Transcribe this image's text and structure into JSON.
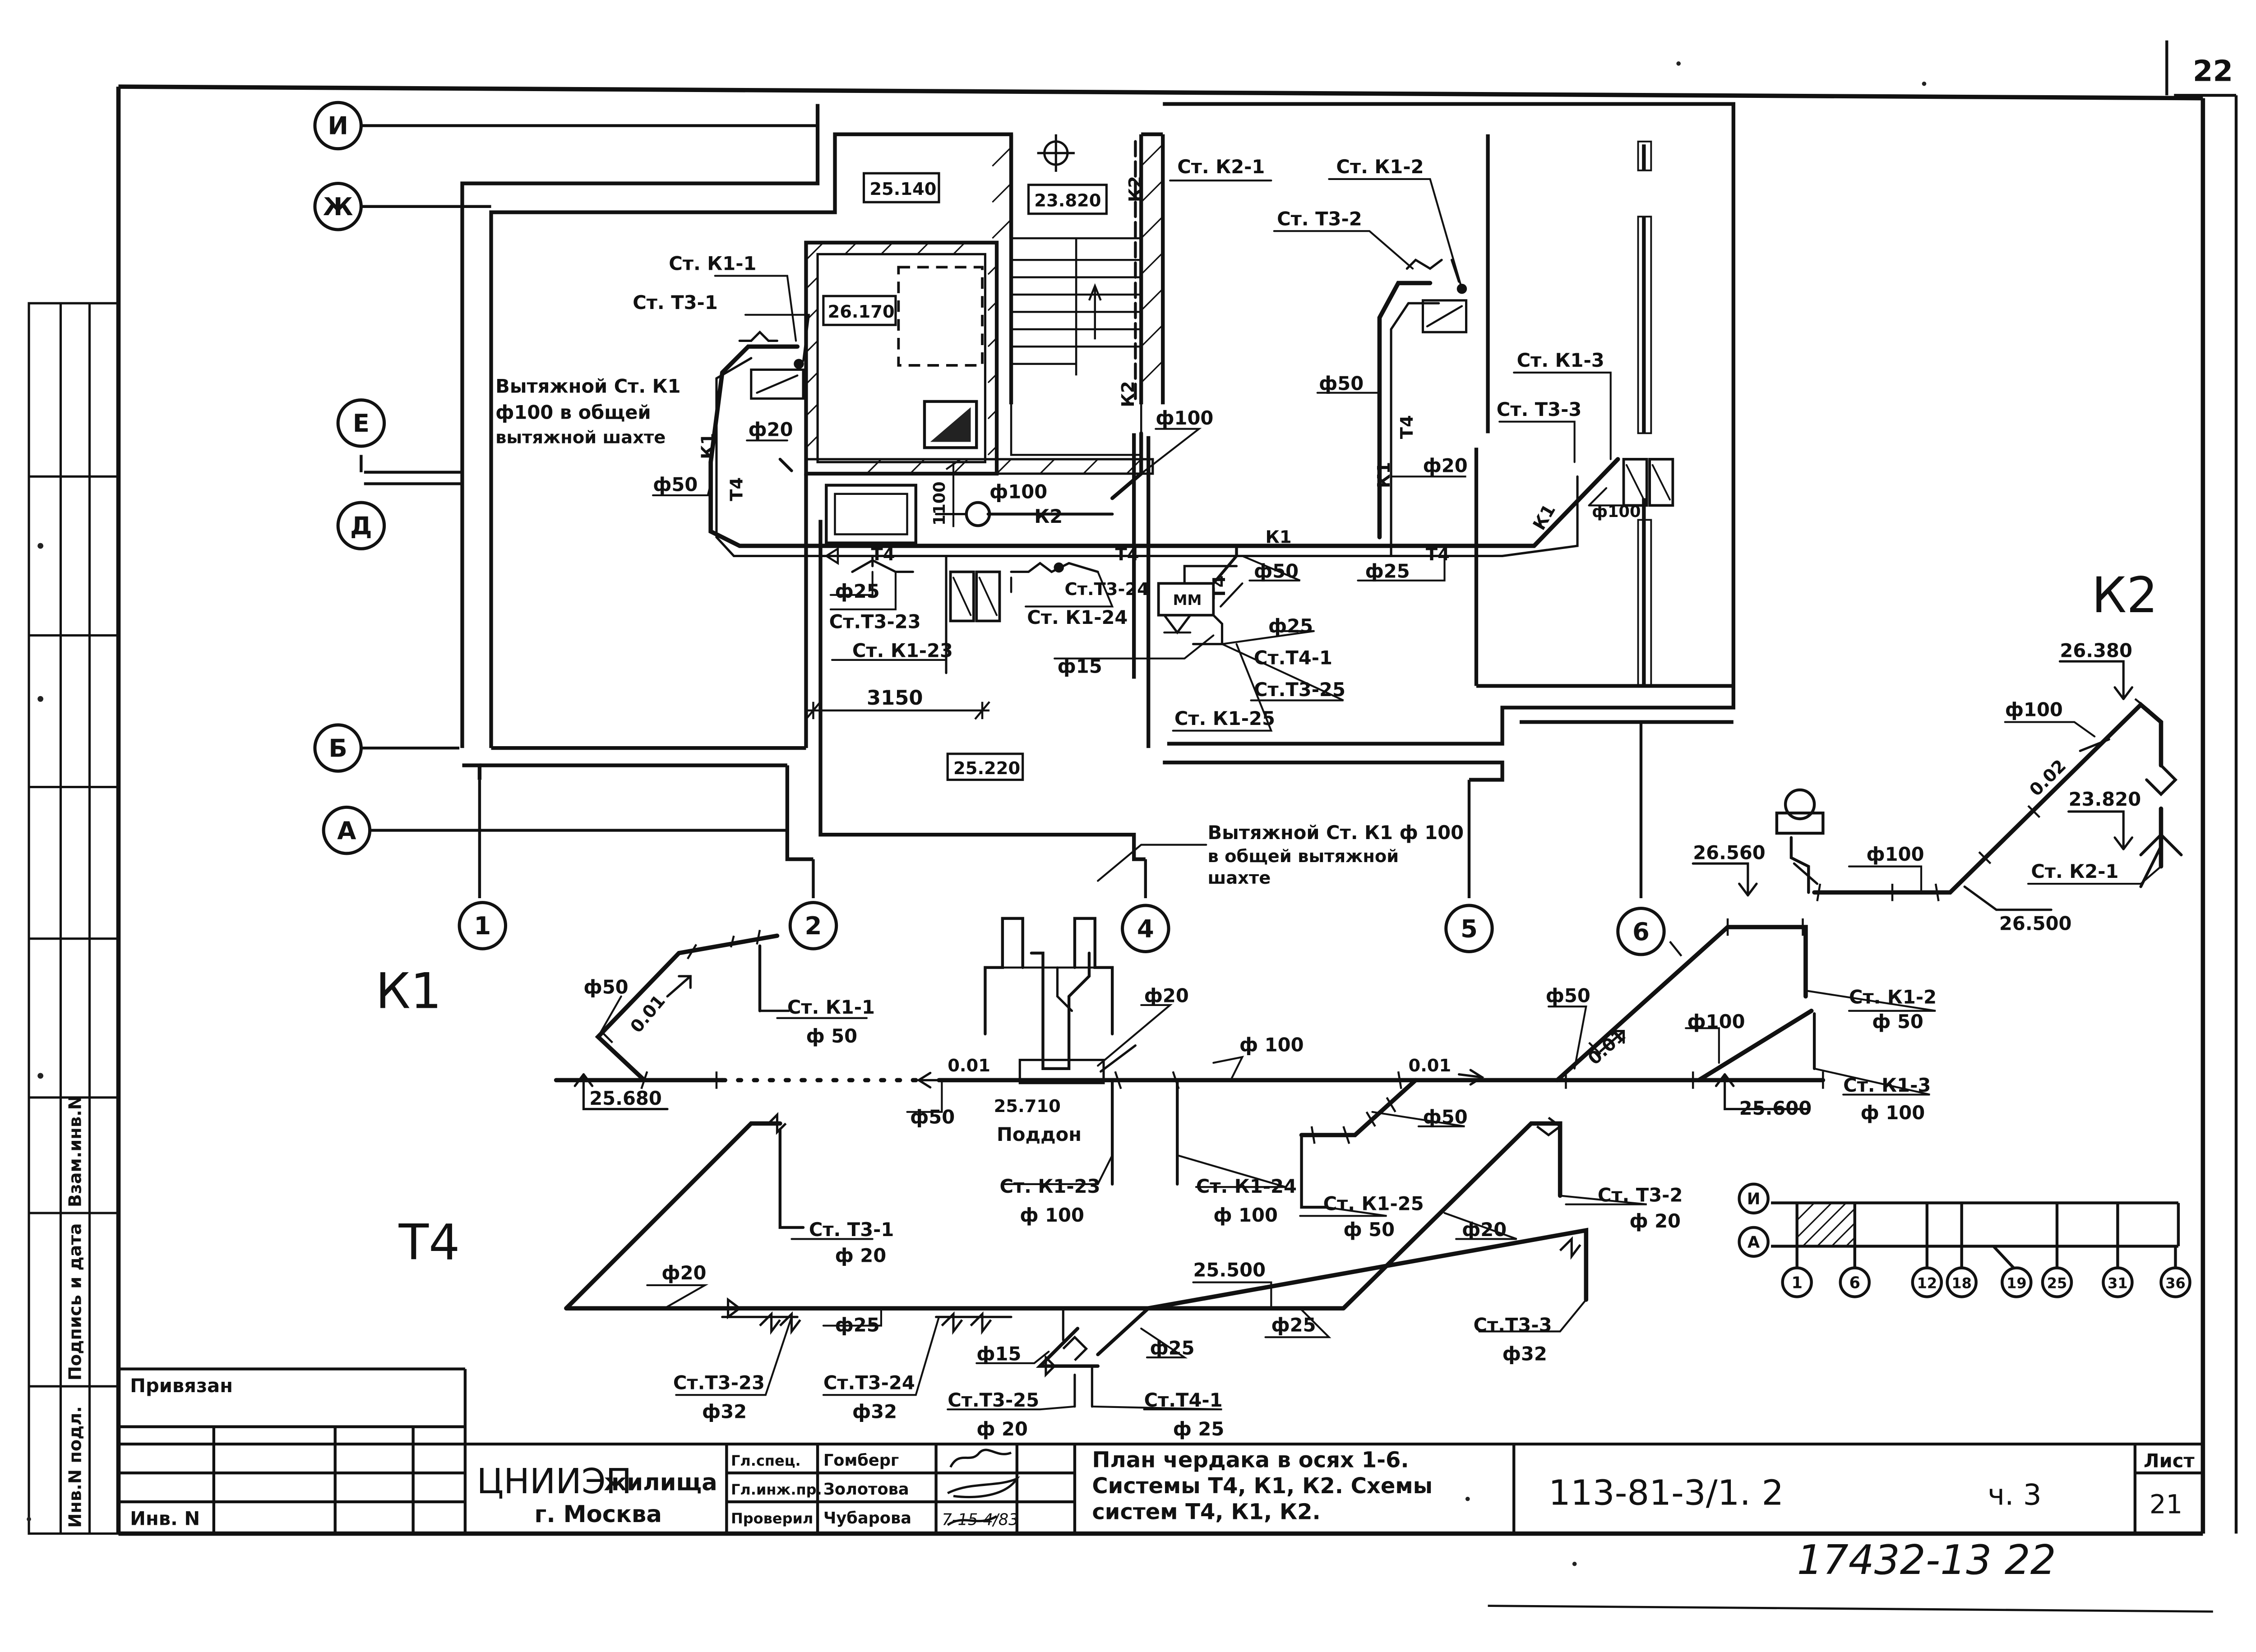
{
  "sheet_no_top": "22",
  "axes_rows": [
    "И",
    "Ж",
    "Е",
    "Д",
    "Б",
    "А"
  ],
  "axes_cols": [
    "1",
    "2",
    "4",
    "5",
    "6"
  ],
  "plan": {
    "marks": {
      "m25140": "25.140",
      "m23820": "23.820",
      "m26170": "26.170",
      "m25220": "25.220",
      "dim3150": "3150",
      "dim1100": "1100"
    },
    "labels": {
      "stk21": "Ст. К2-1",
      "stk12": "Ст. К1-2",
      "stt32": "Ст. Т3-2",
      "stk11": "Ст. К1-1",
      "stt31": "Ст. Т3-1",
      "exh1": "Вытяжной Ст. К1",
      "exh2": "ф100 в общей",
      "exh3": "вытяжной шахте",
      "stk13": "Ст. К1-3",
      "stt33": "Ст. Т3-3",
      "stt323": "Ст.Т3-23",
      "stt324": "Ст.Т3-24",
      "stk124": "Ст. К1-24",
      "stk123": "Ст. К1-23",
      "stt41": "Ст.Т4-1",
      "stt325": "Ст.Т3-25",
      "stk125": "Ст. К1-25",
      "exhB1": "Вытяжной Ст. К1 ф 100",
      "exhB2": "в общей вытяжной",
      "exhB3": "шахте"
    },
    "pipes": {
      "d100a": "ф100",
      "d100b": "ф100",
      "d100c": "ф100",
      "d50a": "ф50",
      "d50b": "ф50",
      "d50c": "ф50",
      "d20a": "ф20",
      "d20b": "ф20",
      "d25a": "ф25",
      "d25b": "ф25",
      "d25c": "ф25",
      "d15": "ф15",
      "k1a": "К1",
      "k1b": "К1",
      "k1c": "К1",
      "k1d": "К1",
      "t4a": "Т4",
      "t4b": "Т4",
      "t4c": "Т4",
      "t4d": "Т4",
      "t4e": "Т4",
      "k2a": "К2",
      "k2b": "К2",
      "k2c": "К2",
      "mm": "ММ"
    }
  },
  "schemes": {
    "k1_title": "К1",
    "k2_title": "К2",
    "t4_title": "Т4",
    "k1": {
      "d50a": "ф50",
      "slope1": "0.01",
      "stk11": "Ст. К1-1",
      "stk11d": "ф 50",
      "el25680": "25.680",
      "slope2": "0.01",
      "d50b": "ф50",
      "el25710": "25.710",
      "poddon": "Поддон",
      "d20": "ф20",
      "d100a": "ф 100",
      "slope3": "0.01",
      "stk123": "Ст. К1-23",
      "stk123d": "ф 100",
      "stk124": "Ст. К1-24",
      "stk124d": "ф 100",
      "d50c": "ф50",
      "stk125": "Ст. К1-25",
      "stk125d": "ф 50",
      "d50d": "ф50",
      "slope4": "0.01",
      "stk12": "Ст. К1-2",
      "stk12d": "ф 50",
      "d100b": "ф100",
      "stk13": "Ст. К1-3",
      "stk13d": "ф 100",
      "el25600": "25.600"
    },
    "k2": {
      "el26380": "26.380",
      "d100a": "ф100",
      "slope": "0.02",
      "el23820": "23.820",
      "el26560": "26.560",
      "d100b": "ф100",
      "stk21": "Ст. К2-1",
      "el26500": "26.500"
    },
    "t4": {
      "stt31": "Ст. Т3-1",
      "stt31d": "ф 20",
      "d20a": "ф20",
      "d25a": "ф25",
      "el25500": "25.500",
      "d25b": "ф25",
      "d20b": "ф20",
      "stt32": "Ст. Т3-2",
      "stt32d": "ф 20",
      "stt33": "Ст.Т3-3",
      "stt33d": "ф32",
      "d15": "ф15",
      "d25c": "ф25",
      "stt323": "Ст.Т3-23",
      "stt323d": "ф32",
      "stt324": "Ст.Т3-24",
      "stt324d": "ф32",
      "stt325": "Ст.Т3-25",
      "stt325d": "ф 20",
      "stt41": "Ст.Т4-1",
      "stt41d": "ф 25"
    }
  },
  "key_plan": {
    "rows": [
      "И",
      "А"
    ],
    "cols": [
      "1",
      "6",
      "12",
      "18",
      "19",
      "25",
      "31",
      "36"
    ]
  },
  "side_stamp": {
    "inv_podl": "Инв.N подл.",
    "podpis": "Подпись и дата",
    "vzam": "Взам.инв.N"
  },
  "title_block": {
    "privyazan": "Привязан",
    "inv_n": "Инв. N",
    "org_main": "ЦНИИЭП",
    "org_suffix": "жилища",
    "city": "г. Москва",
    "roles": [
      "Гл.спец.",
      "Гл.инж.пр.",
      "Проверил"
    ],
    "names": [
      "Гомберг",
      "Золотова",
      "Чубарова"
    ],
    "sign_date": "7-15 4/83",
    "title1": "План чердака в осях 1-6.",
    "title2": "Системы Т4, К1, К2. Схемы",
    "title3": "систем Т4, К1, К2.",
    "doc_code": "113-81-3/1. 2",
    "part": "ч. 3",
    "sheet_label": "Лист",
    "sheet_no": "21"
  },
  "archive_no": "17432-13 22"
}
